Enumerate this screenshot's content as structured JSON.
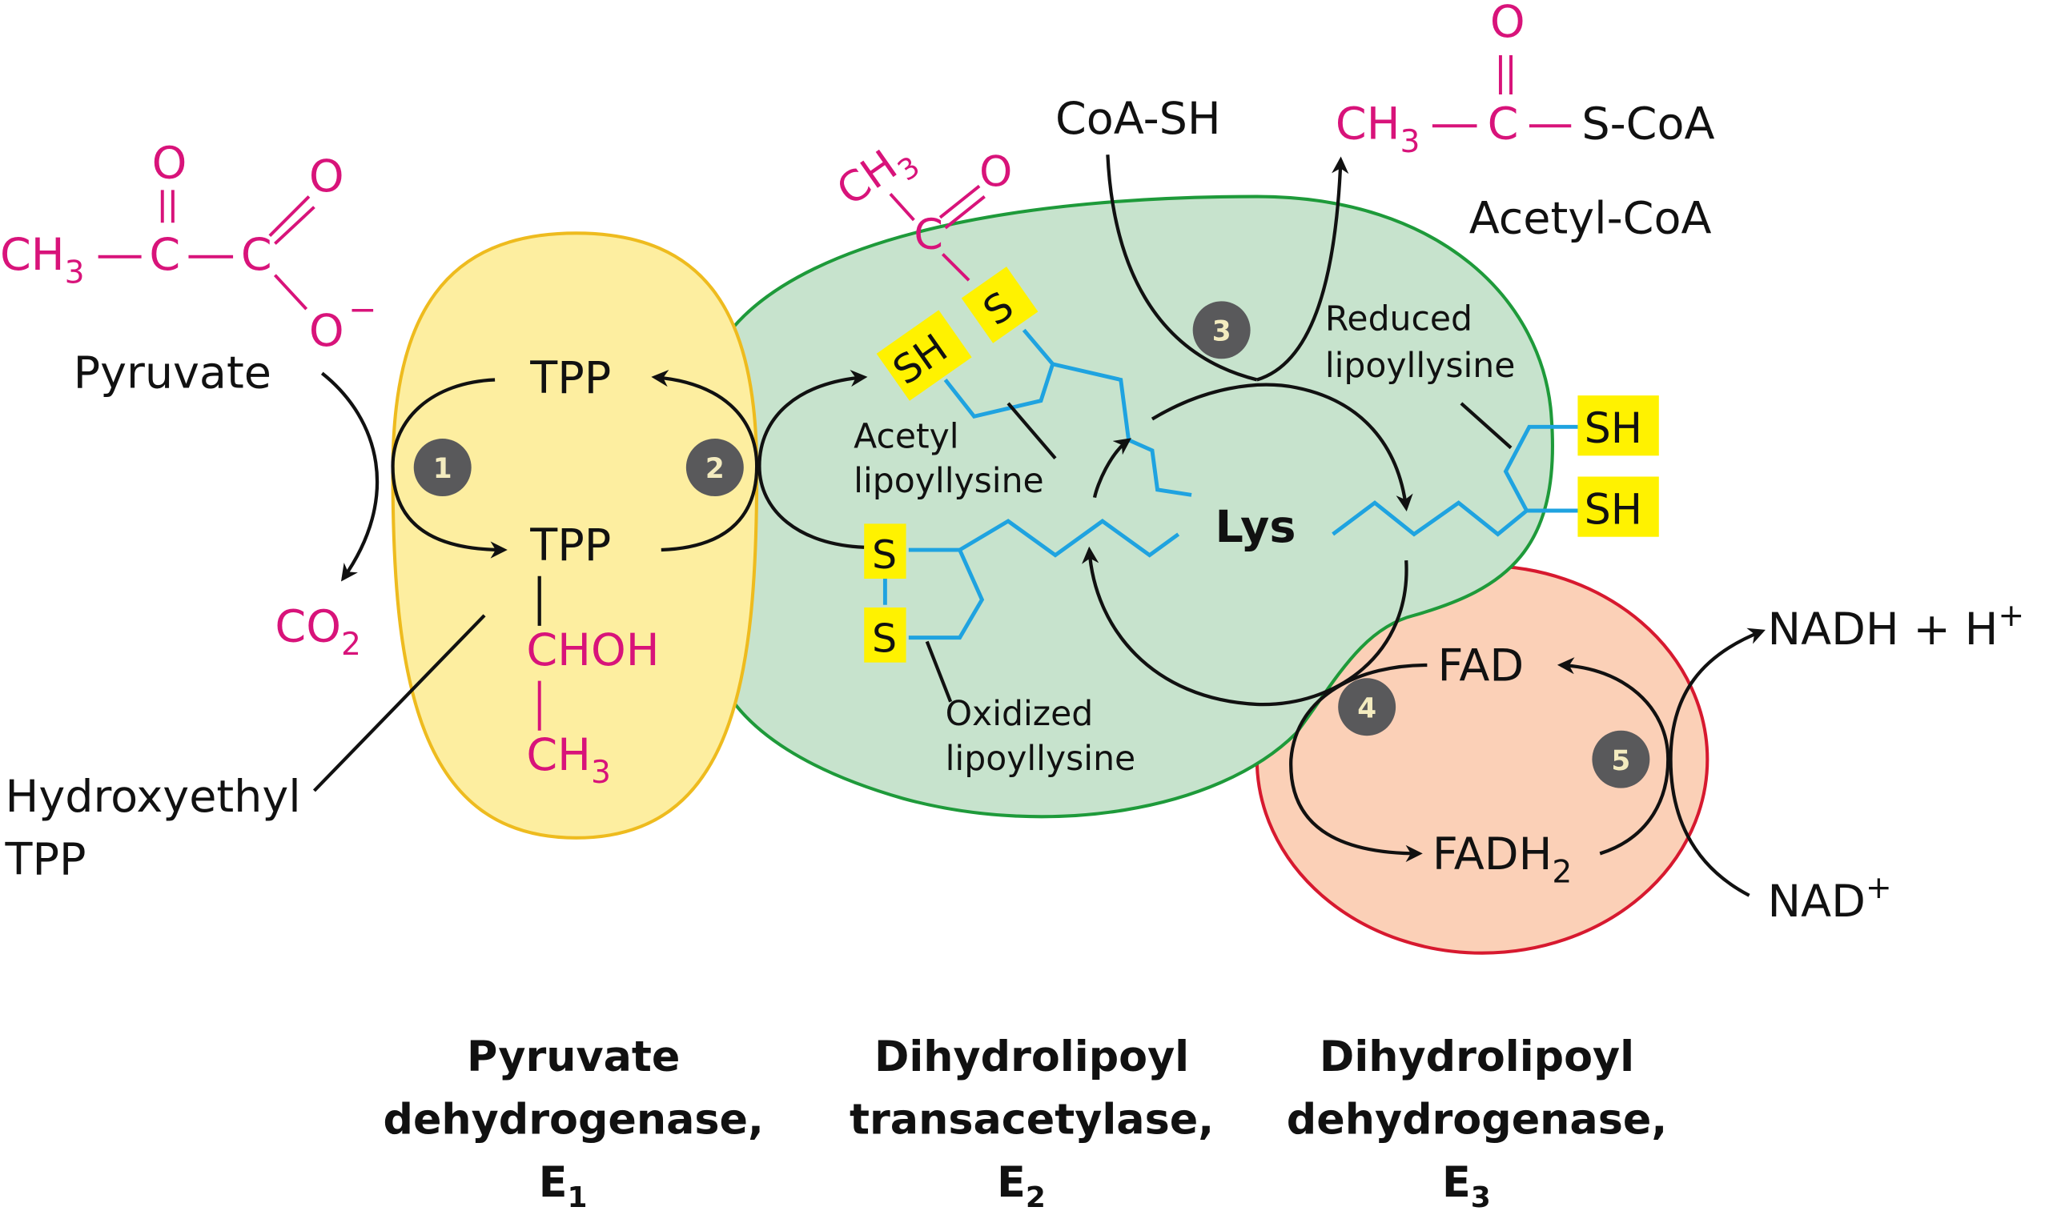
{
  "title": "Pyruvate dehydrogenase complex reaction mechanism",
  "colors": {
    "e1_fill": "#fdeea0",
    "e1_stroke": "#eebb1e",
    "e2_fill": "#c7e3cd",
    "e2_stroke": "#1e9a3a",
    "e3_fill": "#fbd0b7",
    "e3_stroke": "#d7192f",
    "substrate": "#d8137a",
    "lipoyl_chain": "#1fa3e0",
    "sulfur_highlight": "#fff200",
    "badge": "#59595b"
  },
  "pyruvate": {
    "ch3": "CH",
    "ch3_sub": "3",
    "c1": "C",
    "c2": "C",
    "o_top": "O",
    "o_right": "O",
    "o_minus": "O",
    "charge": "−",
    "label": "Pyruvate"
  },
  "co2": {
    "text": "CO",
    "sub": "2"
  },
  "e1_content": {
    "tpp_top": "TPP",
    "tpp_bottom": "TPP",
    "choh": "CHOH",
    "ch3": "CH",
    "ch3_sub": "3"
  },
  "hydroxyethyl_label": [
    "Hydroxyethyl",
    "TPP"
  ],
  "steps": [
    "1",
    "2",
    "3",
    "4",
    "5"
  ],
  "acetyl_lipoyl": {
    "ch3": "CH",
    "ch3_sub": "3",
    "c": "C",
    "o": "O",
    "s": "S",
    "sh": "SH",
    "label": [
      "Acetyl",
      "lipoyllysine"
    ]
  },
  "oxidized_lipoyl": {
    "s1": "S",
    "s2": "S",
    "label": [
      "Oxidized",
      "lipoyllysine"
    ]
  },
  "lys_label": "Lys",
  "reduced_lipoyl": {
    "sh1": "SH",
    "sh2": "SH",
    "label": [
      "Reduced",
      "lipoyllysine"
    ]
  },
  "coa_sh": "CoA-SH",
  "acetyl_coa": {
    "ch3": "CH",
    "ch3_sub": "3",
    "c": "C",
    "o": "O",
    "scoa": "S-CoA",
    "label": "Acetyl-CoA"
  },
  "e3_content": {
    "fad": "FAD",
    "fadh2": "FADH",
    "fadh2_sub": "2"
  },
  "nadh": {
    "text": "NADH + H",
    "sup": "+"
  },
  "nad": {
    "text": "NAD",
    "sup": "+"
  },
  "enzymes": [
    {
      "lines": [
        "Pyruvate",
        "dehydrogenase,"
      ],
      "symbol": "E",
      "sub": "1"
    },
    {
      "lines": [
        "Dihydrolipoyl",
        "transacetylase,"
      ],
      "symbol": "E",
      "sub": "2"
    },
    {
      "lines": [
        "Dihydrolipoyl",
        "dehydrogenase,"
      ],
      "symbol": "E",
      "sub": "3"
    }
  ]
}
